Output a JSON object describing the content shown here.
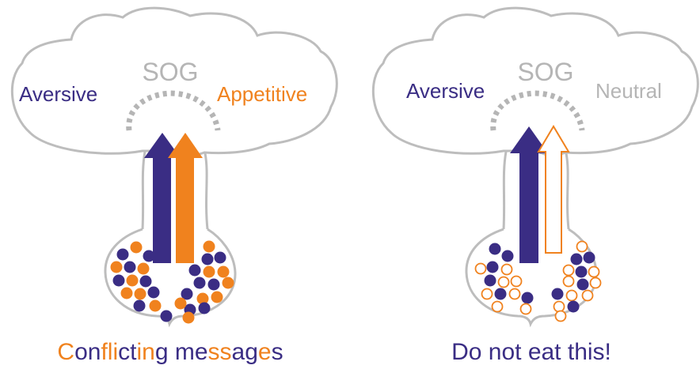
{
  "colors": {
    "aversive": "#3a2d84",
    "appetitive": "#f0821e",
    "neutral": "#b5b5b5",
    "outline": "#bdbdbd"
  },
  "left_panel": {
    "sog_label": "SOG",
    "aversive_label": "Aversive",
    "other_label": "Appetitive",
    "caption_segments": [
      {
        "text": "C",
        "tone": "appetitive"
      },
      {
        "text": "on",
        "tone": "aversive"
      },
      {
        "text": "fli",
        "tone": "appetitive"
      },
      {
        "text": "ct",
        "tone": "aversive"
      },
      {
        "text": "in",
        "tone": "appetitive"
      },
      {
        "text": "g me",
        "tone": "aversive"
      },
      {
        "text": "ss",
        "tone": "appetitive"
      },
      {
        "text": "ag",
        "tone": "aversive"
      },
      {
        "text": "e",
        "tone": "appetitive"
      },
      {
        "text": "s",
        "tone": "aversive"
      }
    ]
  },
  "right_panel": {
    "sog_label": "SOG",
    "aversive_label": "Aversive",
    "other_label": "Neutral",
    "caption": "Do not eat this!"
  }
}
